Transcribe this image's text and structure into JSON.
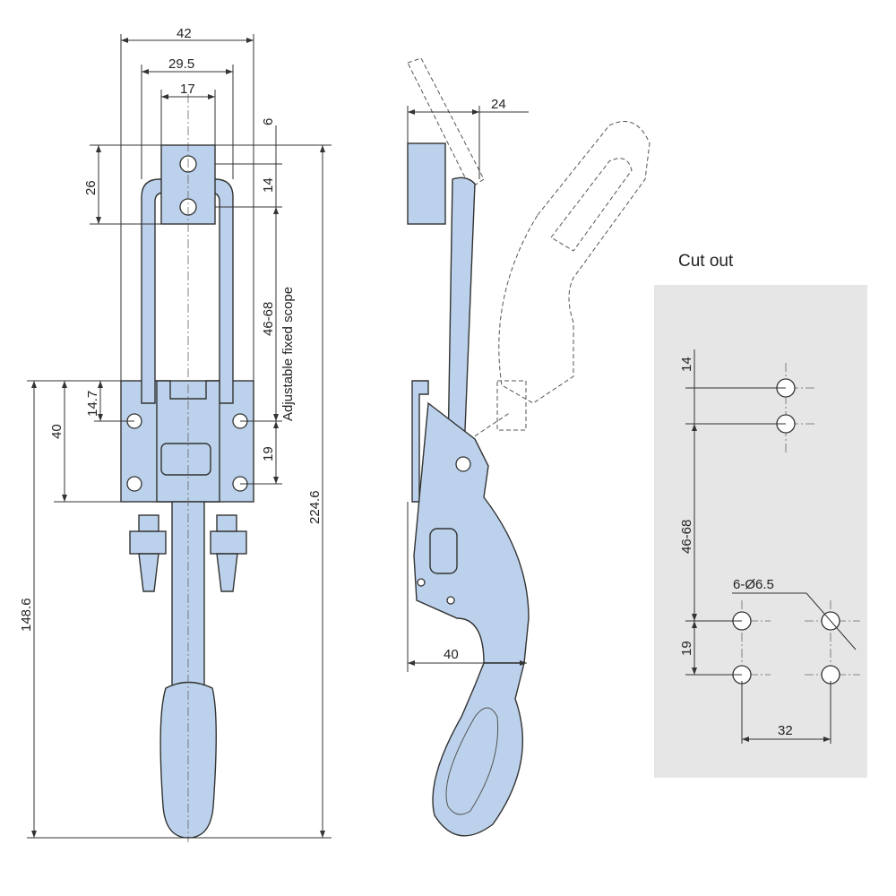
{
  "front_view": {
    "dims": {
      "width_42": "42",
      "width_29_5": "29.5",
      "width_17": "17",
      "top_6": "6",
      "top_26": "26",
      "top_14": "14",
      "range_46_68": "46-68",
      "scope_label": "Adjustable fixed scope",
      "height_224_6": "224.6",
      "base_14_7": "14.7",
      "base_40": "40",
      "base_19": "19",
      "height_148_6": "148.6"
    }
  },
  "side_view": {
    "dims": {
      "offset_24": "24",
      "base_40": "40"
    }
  },
  "cutout": {
    "title": "Cut out",
    "dims": {
      "top_14": "14",
      "range_46_68": "46-68",
      "holes": "6-Ø6.5",
      "spacing_19": "19",
      "spacing_32": "32"
    },
    "panel_color": "#e6e6e6"
  },
  "colors": {
    "part_fill": "#bcd2ec"
  }
}
